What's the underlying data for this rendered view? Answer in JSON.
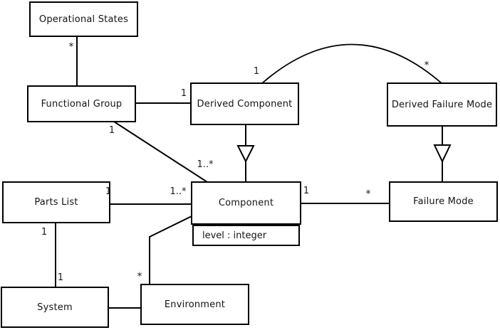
{
  "diagram": {
    "type": "uml-class-diagram",
    "background_color": "#ffffff",
    "line_color": "#000000",
    "classes": {
      "operational_states": {
        "label": "Operational States"
      },
      "functional_group": {
        "label": "Functional Group"
      },
      "derived_component": {
        "label": "Derived Component"
      },
      "derived_failure_mode": {
        "label": "Derived Failure Mode"
      },
      "parts_list": {
        "label": "Parts List"
      },
      "component": {
        "label": "Component",
        "attribute": "level : integer"
      },
      "failure_mode": {
        "label": "Failure Mode"
      },
      "system": {
        "label": "System"
      },
      "environment": {
        "label": "Environment"
      }
    },
    "multiplicities": {
      "os_fg_star": "*",
      "fg_dc_one": "1",
      "fg_comp_one": "1",
      "fg_comp_many": "1..*",
      "dc_dfm_one": "1",
      "dc_dfm_star": "*",
      "pl_comp_one": "1",
      "pl_comp_many": "1..*",
      "comp_fm_one": "1",
      "comp_fm_star": "*",
      "pl_sys_one_top": "1",
      "pl_sys_one_bottom": "1",
      "env_comp_star": "*"
    },
    "relationships": [
      "Operational States — Functional Group",
      "Functional Group — Derived Component",
      "Functional Group — Component",
      "Derived Component ▷ Component (generalization)",
      "Derived Component — Derived Failure Mode (arc)",
      "Derived Failure Mode ▷ Failure Mode (generalization)",
      "Parts List — Component",
      "Component — Failure Mode",
      "Parts List — System",
      "System — Environment",
      "Environment — Component"
    ]
  }
}
